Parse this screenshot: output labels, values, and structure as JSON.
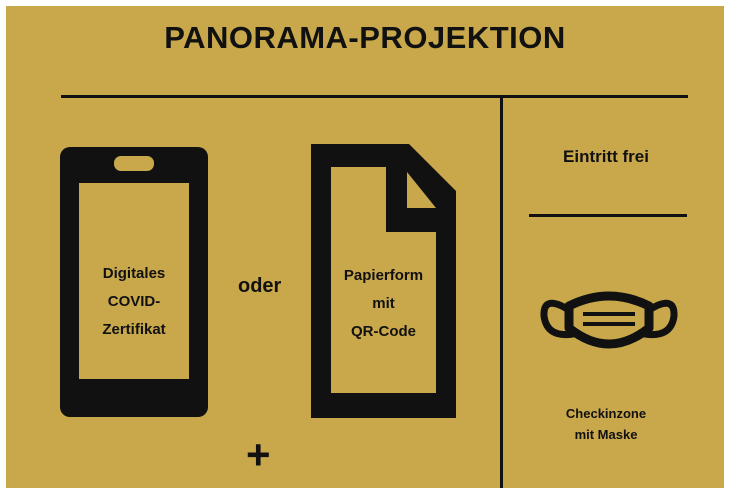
{
  "header": {
    "title": "PANORAMA-PROJEKTION"
  },
  "left": {
    "phone": {
      "lines": [
        "Digitales",
        "COVID-",
        "Zertifikat"
      ],
      "icon": "smartphone-icon"
    },
    "separator": "oder",
    "paper": {
      "lines": [
        "Papierform",
        "mit",
        "QR-Code"
      ],
      "icon": "document-icon"
    },
    "plus": "+"
  },
  "right": {
    "entry": "Eintritt frei",
    "mask": {
      "icon": "face-mask-icon",
      "lines": [
        "Checkinzone",
        "mit Maske"
      ]
    }
  },
  "colors": {
    "background": "#c9a84c",
    "ink": "#111111"
  }
}
